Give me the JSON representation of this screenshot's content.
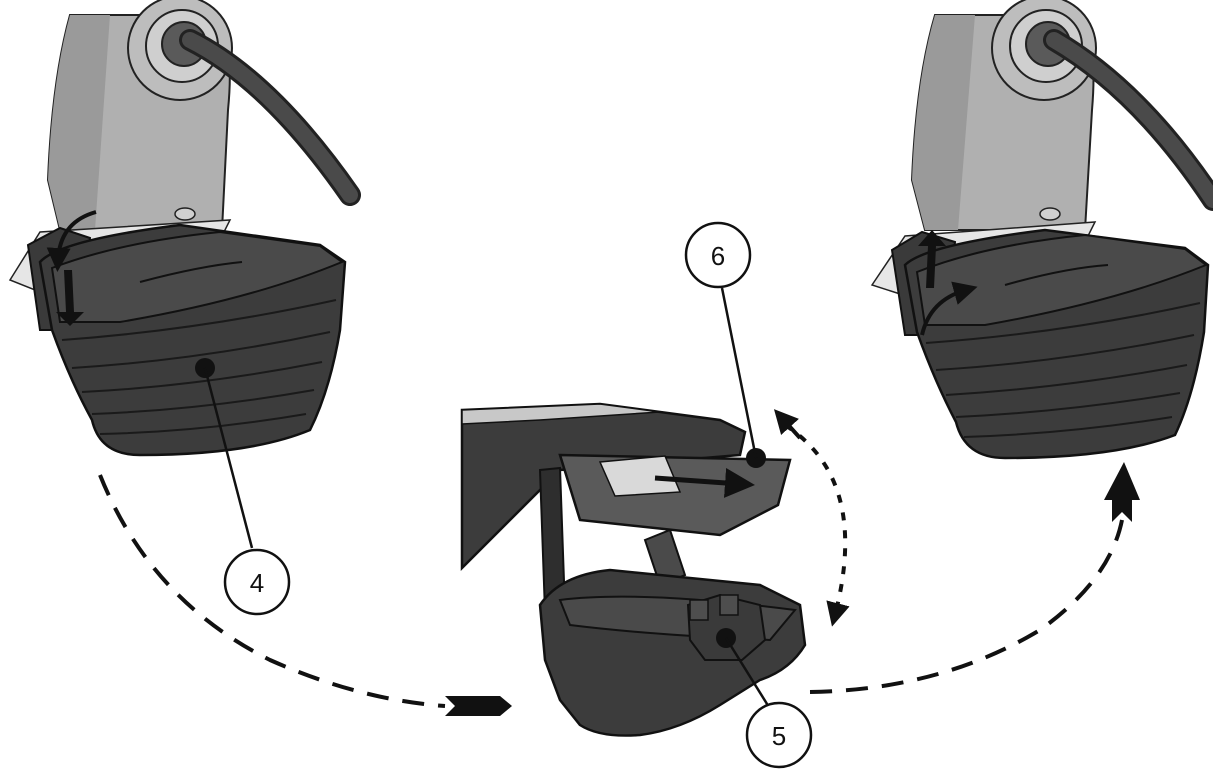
{
  "diagram": {
    "steps": [
      {
        "id": "step-remove",
        "arrow_hint": "press-down-and-tilt"
      },
      {
        "id": "step-open",
        "arrow_hint": "slide-filter-out"
      },
      {
        "id": "step-refit",
        "arrow_hint": "lift-and-tilt-back"
      }
    ],
    "callouts": [
      {
        "label": "4"
      },
      {
        "label": "6"
      },
      {
        "label": "5"
      }
    ],
    "colors": {
      "body_dark": "#3a3a3a",
      "body_mid": "#4a4a4a",
      "stem_grey": "#a8a8a8",
      "stem_light": "#c4c4c4",
      "outline": "#111111",
      "filter_pad": "#d9d9d9",
      "background": "#ffffff"
    }
  }
}
